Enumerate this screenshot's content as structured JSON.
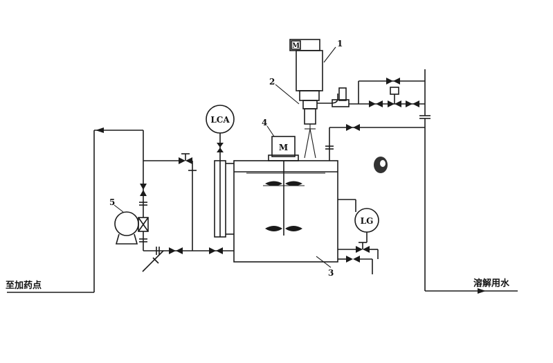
{
  "labels": {
    "motor_top": "M",
    "motor_small": "M",
    "lca": "LCA",
    "lg": "LG",
    "n1": "1",
    "n2": "2",
    "n3": "3",
    "n4": "4",
    "n5": "5",
    "to_dosing": "至加药点",
    "dissolve_water": "溶解用水"
  }
}
